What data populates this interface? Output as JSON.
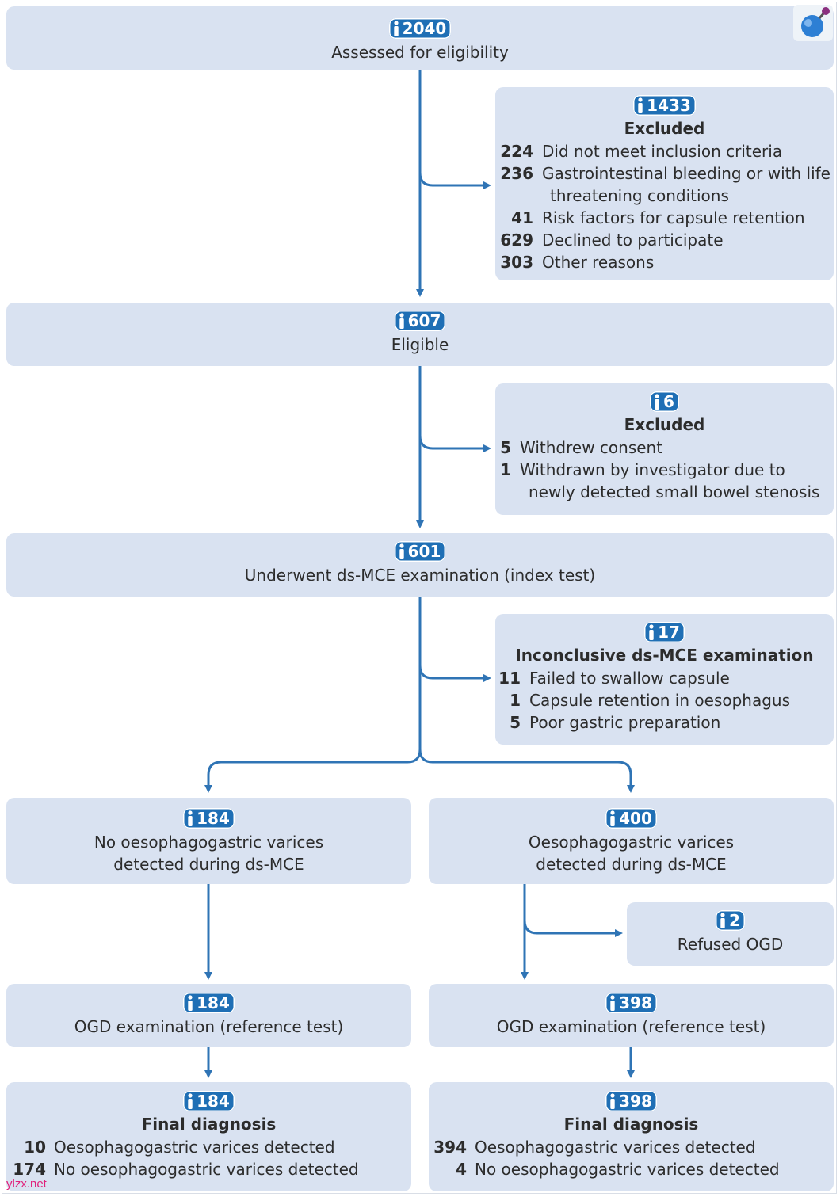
{
  "nodes": {
    "assessed": {
      "count": "2040",
      "label": "Assessed for eligibility"
    },
    "excluded1": {
      "count": "1433",
      "title": "Excluded",
      "items": [
        {
          "n": "224",
          "text": "Did not meet inclusion criteria",
          "text2": ""
        },
        {
          "n": "236",
          "text": "Gastrointestinal bleeding or with life",
          "text2": "threatening conditions"
        },
        {
          "n": "41",
          "text": "Risk factors for capsule retention",
          "text2": ""
        },
        {
          "n": "629",
          "text": "Declined to participate",
          "text2": ""
        },
        {
          "n": "303",
          "text": "Other reasons",
          "text2": ""
        }
      ]
    },
    "eligible": {
      "count": "607",
      "label": "Eligible"
    },
    "excluded2": {
      "count": "6",
      "title": "Excluded",
      "items": [
        {
          "n": "5",
          "text": "Withdrew consent",
          "text2": ""
        },
        {
          "n": "1",
          "text": "Withdrawn by investigator due to",
          "text2": "newly detected small bowel stenosis"
        }
      ]
    },
    "underwent": {
      "count": "601",
      "label": "Underwent ds-MCE examination (index test)"
    },
    "inconclusive": {
      "count": "17",
      "title": "Inconclusive ds-MCE examination",
      "items": [
        {
          "n": "11",
          "text": "Failed to swallow capsule",
          "text2": ""
        },
        {
          "n": "1",
          "text": "Capsule retention in oesophagus",
          "text2": ""
        },
        {
          "n": "5",
          "text": "Poor gastric preparation",
          "text2": ""
        }
      ]
    },
    "no_varices": {
      "count": "184",
      "line1": "No oesophagogastric varices",
      "line2": "detected during ds-MCE"
    },
    "varices": {
      "count": "400",
      "line1": "Oesophagogastric varices",
      "line2": "detected during ds-MCE"
    },
    "refused": {
      "count": "2",
      "label": "Refused OGD"
    },
    "ogd_left": {
      "count": "184",
      "label": "OGD examination (reference test)"
    },
    "ogd_right": {
      "count": "398",
      "label": "OGD examination (reference test)"
    },
    "final_left": {
      "count": "184",
      "title": "Final diagnosis",
      "items": [
        {
          "n": "10",
          "text": "Oesophagogastric varices detected"
        },
        {
          "n": "174",
          "text": "No oesophagogastric varices detected"
        }
      ]
    },
    "final_right": {
      "count": "398",
      "title": "Final diagnosis",
      "items": [
        {
          "n": "394",
          "text": "Oesophagogastric varices detected"
        },
        {
          "n": "4",
          "text": "No oesophagogastric varices detected"
        }
      ]
    }
  },
  "watermark": "ylzx.net",
  "logo_icon": "bubble-logo-icon",
  "person_icon": "person-icon",
  "colors": {
    "box": "#d9e2f1",
    "accent": "#1f6fb5",
    "arrow": "#2f74b5",
    "watermark": "#e0207a"
  }
}
